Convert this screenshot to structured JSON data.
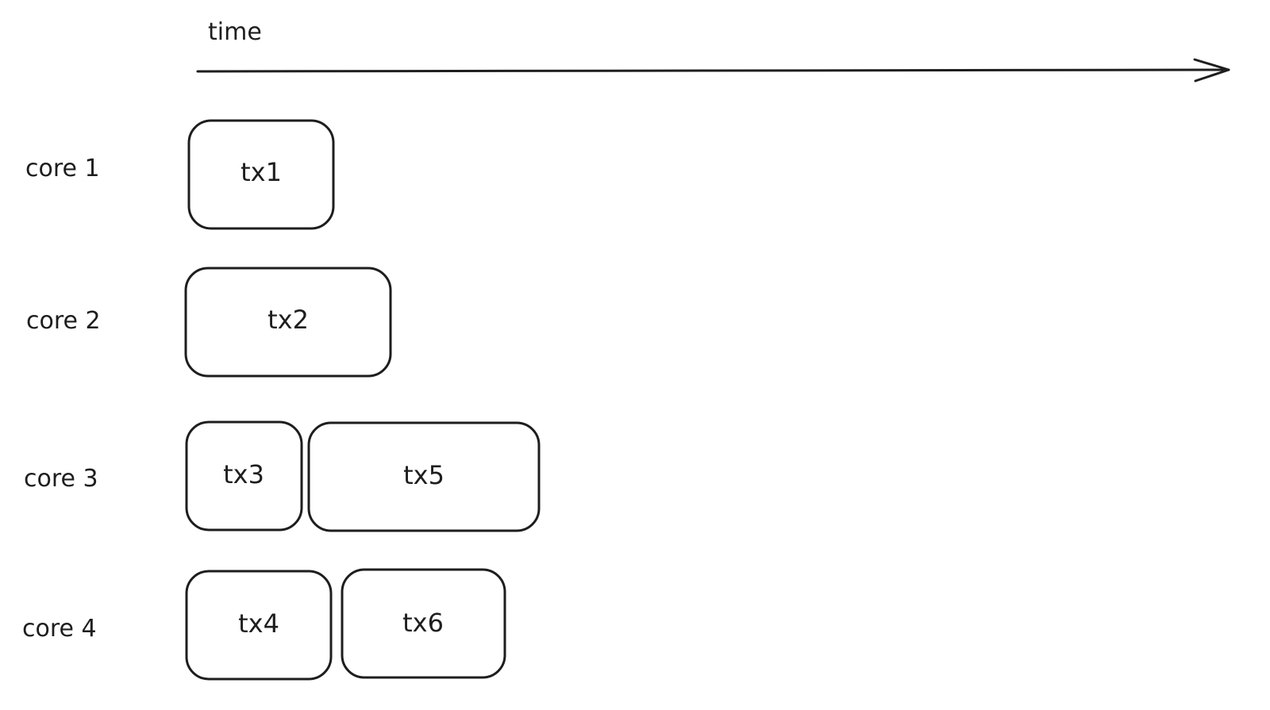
{
  "axis": {
    "label": "time"
  },
  "cores": [
    {
      "label": "core 1",
      "transactions": [
        "tx1"
      ]
    },
    {
      "label": "core 2",
      "transactions": [
        "tx2"
      ]
    },
    {
      "label": "core 3",
      "transactions": [
        "tx3",
        "tx5"
      ]
    },
    {
      "label": "core 4",
      "transactions": [
        "tx4",
        "tx6"
      ]
    }
  ],
  "colors": {
    "stroke": "#1e1e1e",
    "background": "#ffffff"
  }
}
